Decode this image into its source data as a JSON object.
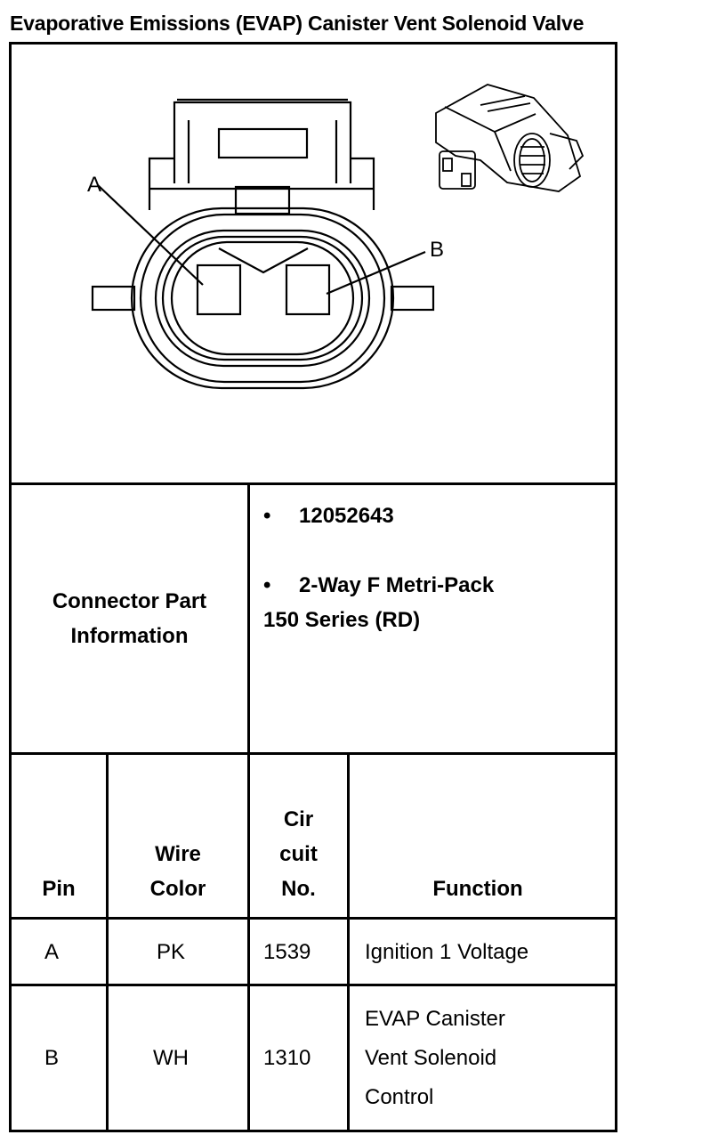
{
  "title": "Evaporative Emissions (EVAP) Canister Vent Solenoid Valve",
  "diagram": {
    "label_a": "A",
    "label_b": "B"
  },
  "connector_info": {
    "label_line1": "Connector Part",
    "label_line2": "Information",
    "bullet": "•",
    "part_number": "12052643",
    "description_line1": "2-Way F Metri-Pack",
    "description_line2": "150 Series (RD)"
  },
  "table": {
    "headers": {
      "pin": "Pin",
      "wire_color_line1": "Wire",
      "wire_color_line2": "Color",
      "circuit_line1": "Cir",
      "circuit_line2": "cuit",
      "circuit_line3": "No.",
      "function": "Function"
    },
    "rows": [
      {
        "pin": "A",
        "wire_color": "PK",
        "circuit": "1539",
        "function": [
          "Ignition 1 Voltage"
        ]
      },
      {
        "pin": "B",
        "wire_color": "WH",
        "circuit": "1310",
        "function": [
          "EVAP Canister",
          "Vent Solenoid",
          "Control"
        ]
      }
    ]
  }
}
